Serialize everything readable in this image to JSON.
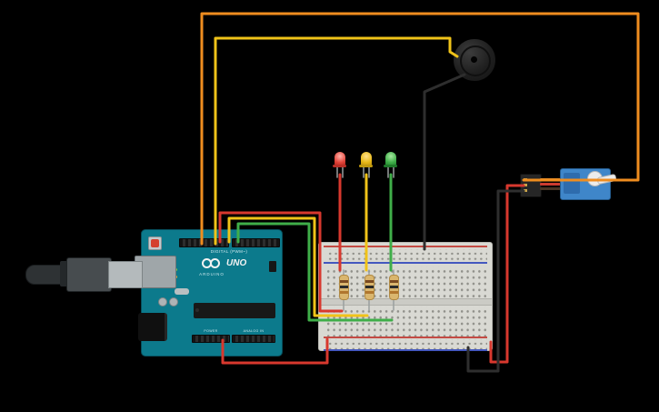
{
  "scene": {
    "background": "#000000"
  },
  "palette": {
    "wire_orange": "#ef8d1f",
    "wire_yellow": "#f0c319",
    "wire_red": "#d8382e",
    "wire_green": "#3fae49",
    "wire_black": "#2e2e2e",
    "lead_gray": "#9aa0a0",
    "board_teal": "#0c7a8c",
    "breadboard_gray": "#d9d9d3",
    "rail_red": "#c44b44",
    "rail_blue": "#4458bf",
    "resistor_tan": "#dab66e",
    "servo_blue": "#3f86c9",
    "led_red": "#e2453a",
    "led_yellow": "#e8b816",
    "led_green": "#3fae49"
  },
  "arduino": {
    "labels": {
      "digital": "DIGITAL (PWM~)",
      "logo_text": "UNO",
      "brand": "ARDUINO",
      "power": "POWER",
      "analog": "ANALOG IN"
    }
  },
  "components": [
    {
      "id": "arduino-uno",
      "type": "microcontroller-board"
    },
    {
      "id": "usb-cable",
      "type": "usb-plug"
    },
    {
      "id": "breadboard",
      "type": "breadboard"
    },
    {
      "id": "piezo-buzzer",
      "type": "buzzer"
    },
    {
      "id": "micro-servo",
      "type": "servo"
    },
    {
      "id": "led-1",
      "type": "led",
      "color": "red"
    },
    {
      "id": "led-2",
      "type": "led",
      "color": "yellow"
    },
    {
      "id": "led-3",
      "type": "led",
      "color": "green"
    },
    {
      "id": "resistor-1",
      "type": "resistor"
    },
    {
      "id": "resistor-2",
      "type": "resistor"
    },
    {
      "id": "resistor-3",
      "type": "resistor"
    }
  ],
  "wires": [
    {
      "id": "wire-servo-signal",
      "color": "orange",
      "from": "arduino-digital-pin",
      "to": "servo-connector"
    },
    {
      "id": "wire-buzzer-signal",
      "color": "yellow",
      "from": "arduino-digital-pin",
      "to": "buzzer"
    },
    {
      "id": "wire-buzzer-ground",
      "color": "black",
      "from": "buzzer",
      "to": "breadboard-top-rail"
    },
    {
      "id": "wire-led-red",
      "color": "red",
      "from": "arduino-digital-pin",
      "to": "resistor-1-row"
    },
    {
      "id": "wire-led-yellow",
      "color": "yellow",
      "from": "arduino-digital-pin",
      "to": "resistor-2-row"
    },
    {
      "id": "wire-led-green",
      "color": "green",
      "from": "arduino-digital-pin",
      "to": "resistor-3-row"
    },
    {
      "id": "wire-power",
      "color": "red",
      "from": "arduino-power-pin",
      "to": "breadboard-bottom-rail"
    },
    {
      "id": "wire-servo-power",
      "color": "red",
      "from": "servo-connector",
      "to": "breadboard-bottom-rail"
    },
    {
      "id": "wire-servo-ground",
      "color": "black",
      "from": "servo-connector",
      "to": "breadboard-bottom-rail"
    }
  ]
}
